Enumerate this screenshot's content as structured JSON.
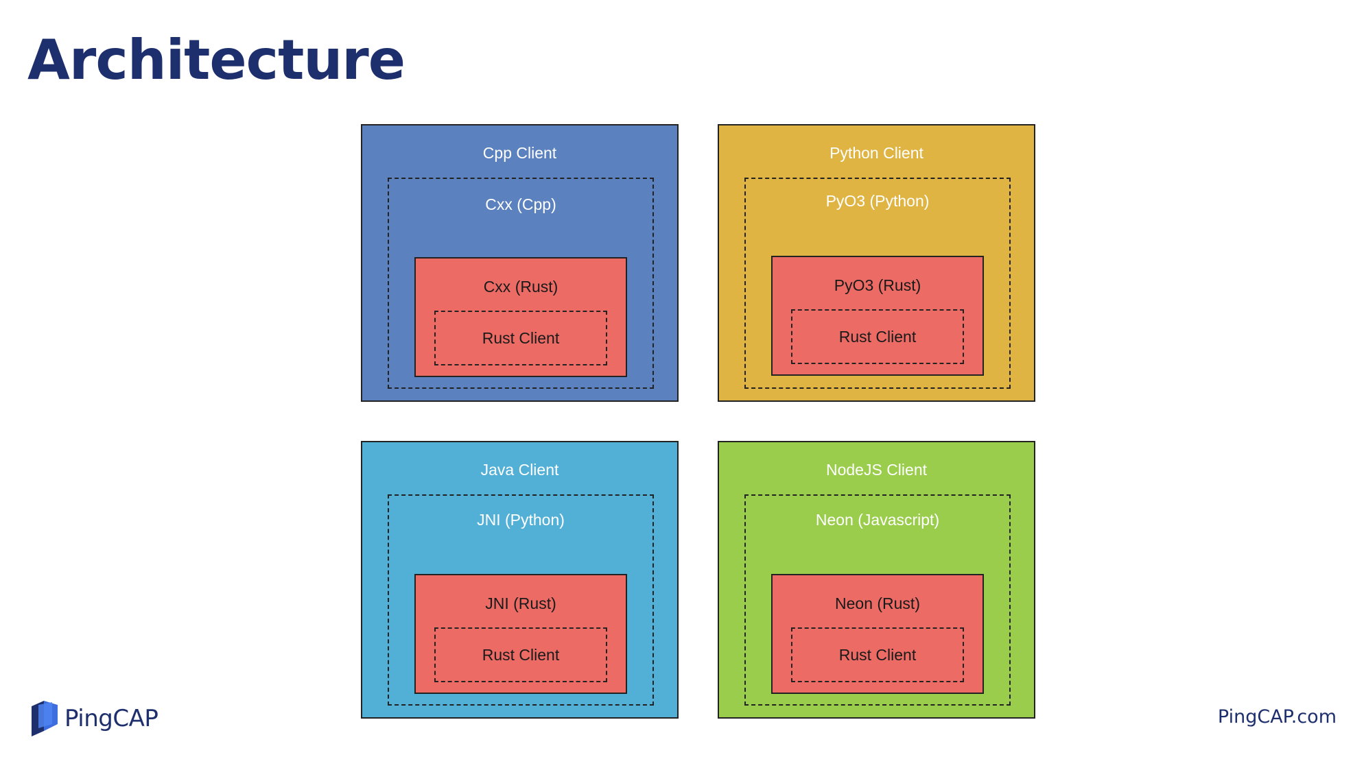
{
  "slide": {
    "title": "Architecture"
  },
  "colors": {
    "title": "#1e2f6e",
    "rust_box": "#ec6b65",
    "cpp": "#5b81bf",
    "python": "#dfb443",
    "java": "#52afd6",
    "nodejs": "#9acd4c"
  },
  "clients": [
    {
      "label": "Cpp Client",
      "binding": "Cxx (Cpp)",
      "rust_binding": "Cxx (Rust)",
      "core": "Rust Client",
      "color": "#5b81bf"
    },
    {
      "label": "Python Client",
      "binding": "PyO3 (Python)",
      "rust_binding": "PyO3 (Rust)",
      "core": "Rust Client",
      "color": "#dfb443"
    },
    {
      "label": "Java Client",
      "binding": "JNI (Python)",
      "rust_binding": "JNI (Rust)",
      "core": "Rust Client",
      "color": "#52afd6"
    },
    {
      "label": "NodeJS Client",
      "binding": "Neon (Javascript)",
      "rust_binding": "Neon (Rust)",
      "core": "Rust Client",
      "color": "#9acd4c"
    }
  ],
  "footer": {
    "logo_text": "PingCAP",
    "logo_icon": "pingcap-logo-icon",
    "site": "PingCAP.com"
  }
}
